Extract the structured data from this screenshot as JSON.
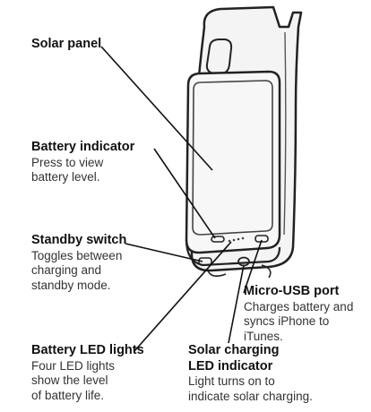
{
  "callouts": {
    "solar_panel": {
      "title": "Solar panel"
    },
    "battery_indicator": {
      "title": "Battery indicator",
      "description": [
        "Press to view",
        "battery level."
      ]
    },
    "standby_switch": {
      "title": "Standby switch",
      "description": [
        "Toggles between",
        "charging and",
        "standby mode."
      ]
    },
    "micro_usb_port": {
      "title": "Micro-USB port",
      "description": [
        "Charges battery and",
        "syncs iPhone to iTunes."
      ]
    },
    "battery_led_lights": {
      "title": "Battery LED lights",
      "description": [
        "Four LED lights",
        "show the level",
        "of battery life."
      ]
    },
    "solar_charging_led": {
      "title": [
        "Solar charging",
        "LED indicator"
      ],
      "description": [
        "Light turns on to",
        "indicate solar charging."
      ]
    }
  },
  "colors": {
    "outline": "#222222",
    "case_fill": "#f4f4f4",
    "leader_line": "#111111",
    "text": "#1a1a1a"
  }
}
